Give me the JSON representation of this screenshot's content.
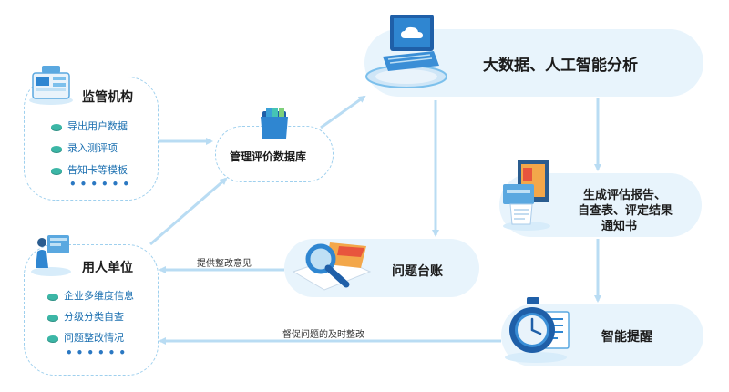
{
  "nodes": {
    "supervisor": {
      "title": "监管机构",
      "items": [
        "导出用户数据",
        "录入测评项",
        "告知卡等模板"
      ],
      "more": "••••••"
    },
    "employer": {
      "title": "用人单位",
      "items": [
        "企业多维度信息",
        "分级分类自查",
        "问题整改情况"
      ],
      "more": "••••••"
    },
    "database": {
      "title": "管理评价数据库"
    },
    "bigdata": {
      "title": "大数据、人工智能分析"
    },
    "report": {
      "lines": [
        "生成评估报告、",
        "自查表、评定结果",
        "通知书"
      ]
    },
    "ledger": {
      "title": "问题台账"
    },
    "reminder": {
      "title": "智能提醒"
    }
  },
  "edges": {
    "ledger_to_employer": "提供整改意见",
    "reminder_to_employer": "督促问题的及时整改"
  },
  "colors": {
    "arrow": "#b9dcf3",
    "pill": "#e8f4fc",
    "dashed": "#9fd0ee",
    "item_text": "#1a6fb0",
    "item_dot": "#3cb6a6"
  }
}
